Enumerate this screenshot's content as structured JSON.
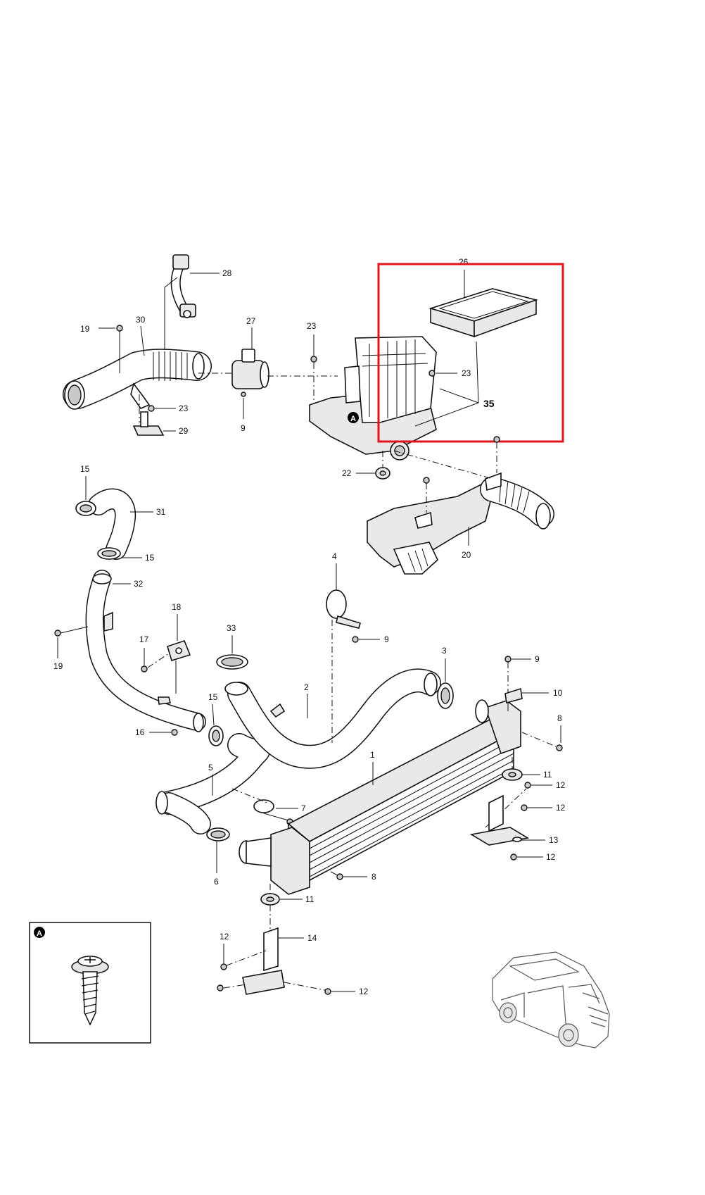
{
  "highlight_color": "#e1141e",
  "labels": {
    "p1": "1",
    "p2": "2",
    "p3": "3",
    "p4": "4",
    "p5": "5",
    "p6": "6",
    "p7": "7",
    "p8a": "8",
    "p8b": "8",
    "p9a": "9",
    "p9b": "9",
    "p9c": "9",
    "p10": "10",
    "p11a": "11",
    "p11b": "11",
    "p12a": "12",
    "p12b": "12",
    "p12c": "12",
    "p12d": "12",
    "p12e": "12",
    "p13": "13",
    "p14": "14",
    "p15a": "15",
    "p15b": "15",
    "p15c": "15",
    "p16": "16",
    "p17": "17",
    "p18": "18",
    "p19a": "19",
    "p19b": "19",
    "p20": "20",
    "p22": "22",
    "p23a": "23",
    "p23b": "23",
    "p23c": "23",
    "p26": "26",
    "p27": "27",
    "p28": "28",
    "p29": "29",
    "p30": "30",
    "p31": "31",
    "p32": "32",
    "p33": "33",
    "p35": "35"
  },
  "callout": {
    "letter": "A"
  },
  "icons": [
    "screw-icon",
    "vehicle-icon"
  ]
}
